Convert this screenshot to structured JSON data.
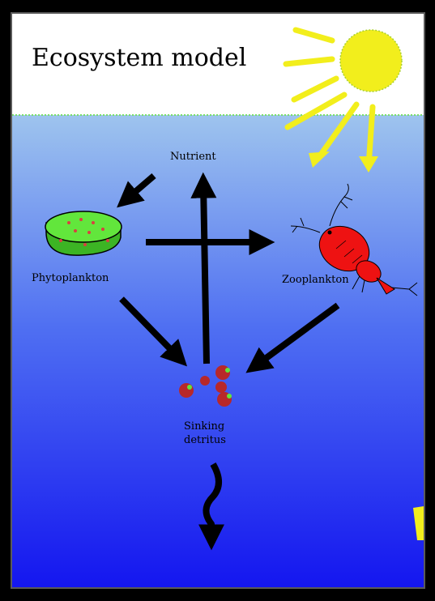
{
  "title": "Ecosystem model",
  "nodes": {
    "nutrient": "Nutrient",
    "phytoplankton": "Phytoplankton",
    "zooplankton": "Zooplankton",
    "detritus_line1": "Sinking",
    "detritus_line2": "detritus"
  },
  "colors": {
    "sun": "#f2ee1c",
    "water_top": "#9ec4ee",
    "water_bottom": "#1416f0",
    "phytoplankton": "#62e63c",
    "zooplankton": "#ee1212",
    "detritus": "#b8282a",
    "arrow": "#000000"
  },
  "icons": [
    "sun-icon",
    "phytoplankton-icon",
    "zooplankton-icon",
    "detritus-particles-icon"
  ]
}
